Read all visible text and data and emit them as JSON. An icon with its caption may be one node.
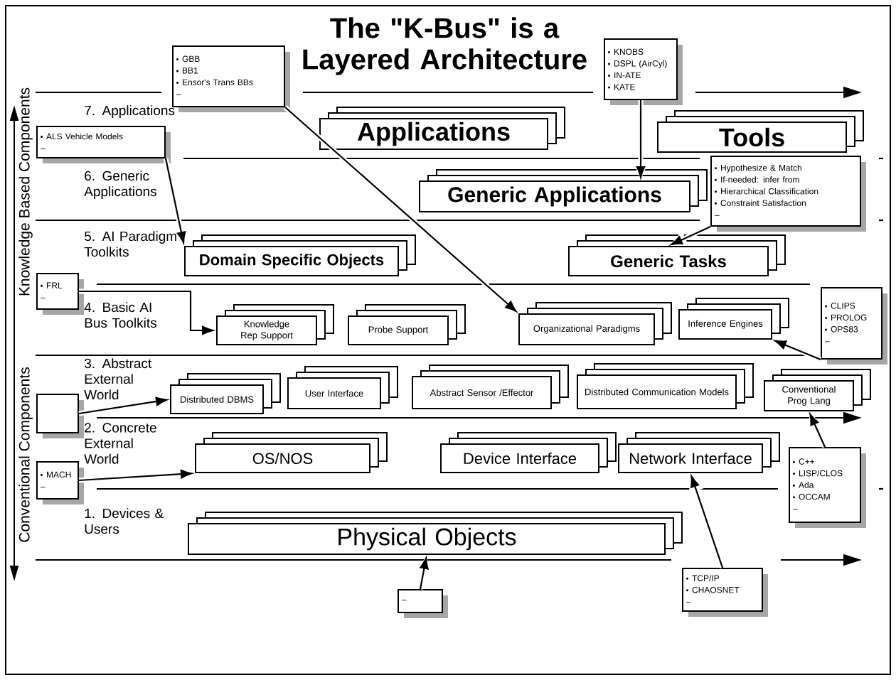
{
  "diagram": {
    "title": "The \"K-Bus\" is a Layered Architecture",
    "nodes": [
      {
        "text": [
          "Applications"
        ]
      },
      {
        "text": [
          "Tools"
        ]
      },
      {
        "text": [
          "Generic Applications"
        ]
      },
      {
        "text": [
          "Domain Specific Objects"
        ]
      },
      {
        "text": [
          "Generic Tasks"
        ]
      },
      {
        "text": [
          "Knowledge Rep Support"
        ]
      },
      {
        "text": [
          "Probe Support"
        ]
      },
      {
        "text": [
          "Organizational Paradigms"
        ]
      },
      {
        "text": [
          "Inference Engines"
        ]
      },
      {
        "text": [
          "Distributed DBMS"
        ]
      },
      {
        "text": [
          "User Interface"
        ]
      },
      {
        "text": [
          "Abstract Sensor /Effector"
        ]
      },
      {
        "text": [
          "Distributed Communication Models"
        ]
      },
      {
        "text": [
          "Conventional Prog Lang"
        ]
      },
      {
        "text": [
          "OS/NOS"
        ]
      },
      {
        "text": [
          "Device Interface"
        ]
      },
      {
        "text": [
          "Network Interface"
        ]
      },
      {
        "text": [
          "Physical Objects"
        ]
      },
      {
        "text": [
          "GBB",
          "BB1",
          "Ensor's Trans BBs",
          "–"
        ]
      },
      {
        "text": [
          "KNOBS",
          "DSPL (AirCyl)",
          "IN-ATE",
          "KATE"
        ]
      },
      {
        "text": [
          "ALS Vehicle Models",
          "–"
        ]
      },
      {
        "text": [
          "Hypothesize & Match",
          "If-needed: infer from",
          "Hierarchical Classification",
          "Constraint Satisfaction",
          "–"
        ]
      },
      {
        "text": [
          "FRL",
          "–"
        ]
      },
      {
        "text": [
          "CLIPS",
          "PROLOG",
          "OPS83",
          "–"
        ]
      },
      {
        "text": [],
        "shape": "box"
      },
      {
        "text": [
          "C++",
          "LISP/CLOS",
          "Ada",
          "OCCAM",
          "–"
        ]
      },
      {
        "text": [
          "MACH",
          "–"
        ]
      },
      {
        "text": [
          "–"
        ]
      },
      {
        "text": [
          "TCP/IP",
          "CHAOSNET",
          "–"
        ]
      }
    ],
    "edges": [
      {
        "from": 18,
        "to": 7,
        "arrow": "to"
      },
      {
        "from": 19,
        "to": 2,
        "arrow": "to"
      },
      {
        "from": 20,
        "to": 3,
        "arrow": "to"
      },
      {
        "from": 21,
        "to": 4,
        "arrow": "to"
      },
      {
        "from": 22,
        "to": 5,
        "arrow": "to"
      },
      {
        "from": 23,
        "to": 8,
        "arrow": "to"
      },
      {
        "from": 24,
        "to": 9,
        "arrow": "to"
      },
      {
        "from": 25,
        "to": 13,
        "arrow": "to"
      },
      {
        "from": 26,
        "to": 14,
        "arrow": "to"
      },
      {
        "from": 27,
        "to": 17,
        "arrow": "to"
      },
      {
        "from": 28,
        "to": 16,
        "arrow": "to"
      }
    ],
    "labels": [
      "7. Applications",
      "6. Generic Applications",
      "5. AI Paradigm Toolkits",
      "4. Basic AI Bus Toolkits",
      "3. Abstract External World",
      "2. Concrete External World",
      "1. Devices & Users",
      "Knowledge Based Components",
      "Conventional Components"
    ]
  }
}
